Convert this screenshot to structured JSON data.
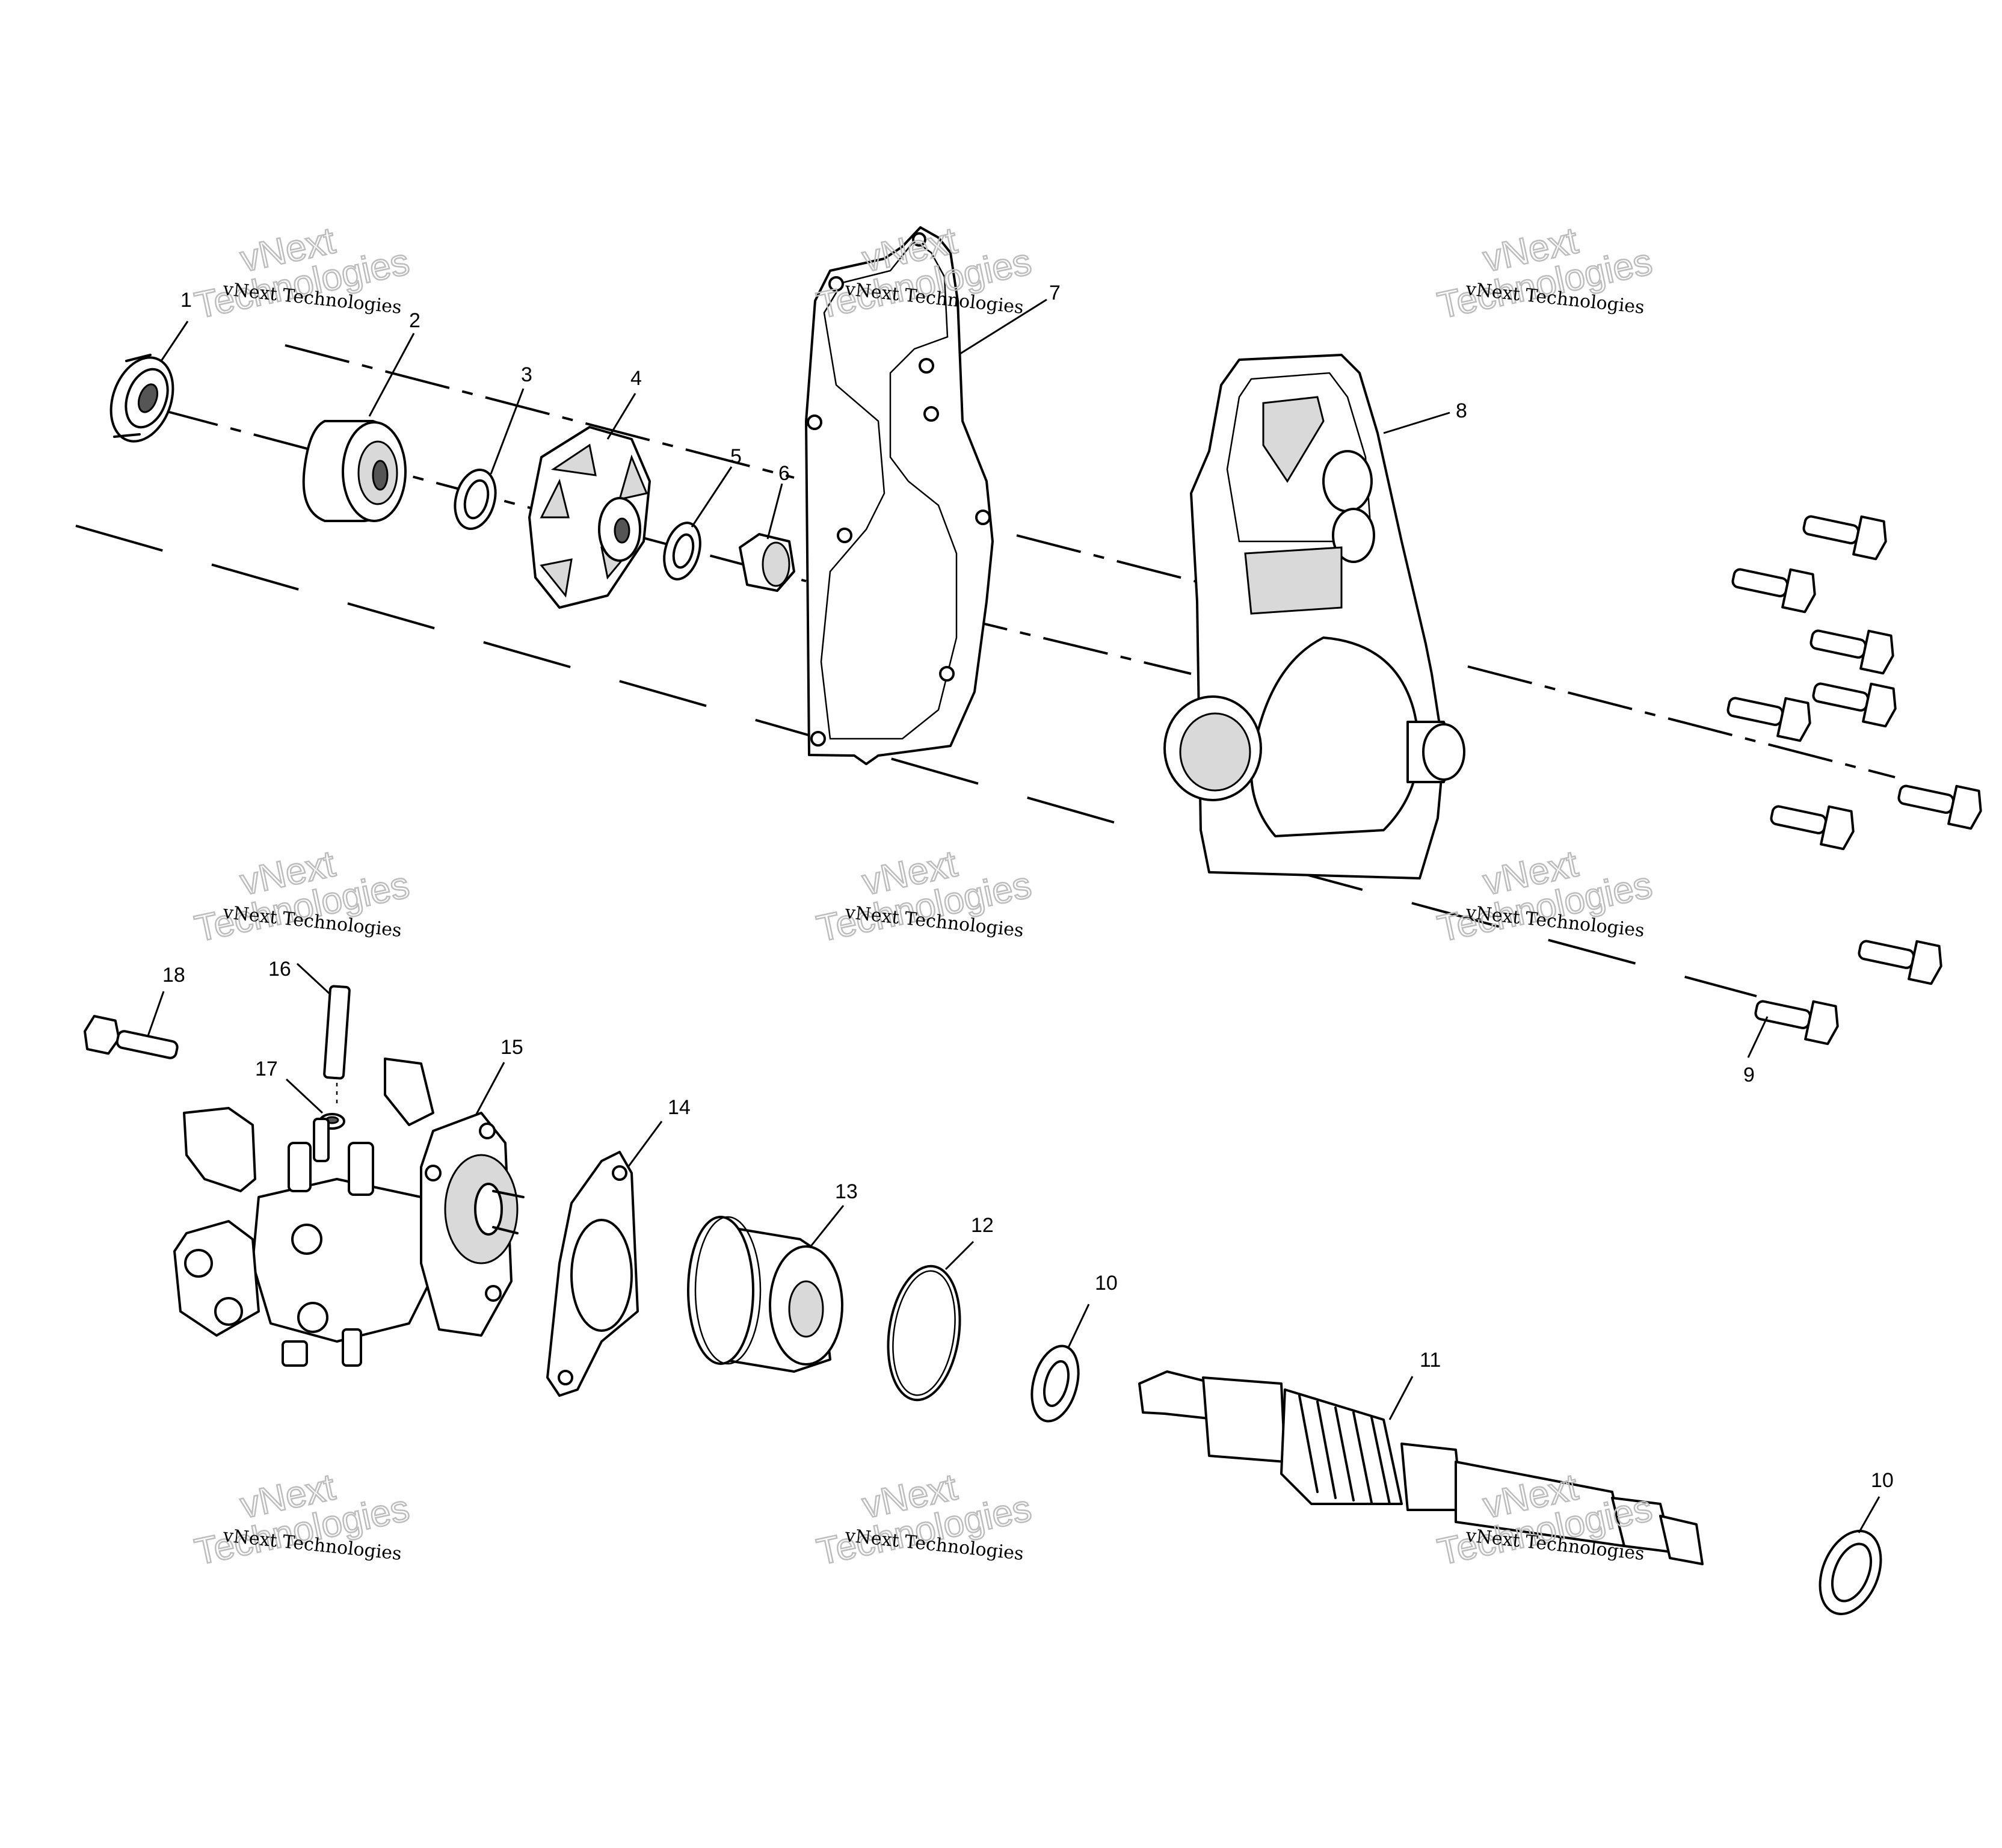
{
  "watermark": {
    "brand_line": "vNext Technologies",
    "brand_first": "vNext",
    "brand_second": "Technologies"
  },
  "callouts": {
    "c1": "1",
    "c2": "2",
    "c3": "3",
    "c4": "4",
    "c5": "5",
    "c6": "6",
    "c7": "7",
    "c8": "8",
    "c9": "9",
    "c10a": "10",
    "c10b": "10",
    "c11": "11",
    "c12": "12",
    "c13": "13",
    "c14": "14",
    "c15": "15",
    "c16": "16",
    "c17": "17",
    "c18": "18"
  },
  "icons": {
    "seal": "seal-icon",
    "bearing": "bearing-icon",
    "washer": "washer-icon",
    "impeller": "impeller-icon",
    "nut": "nut-icon",
    "gasket": "gasket-icon",
    "cover": "cover-icon",
    "bolt": "bolt-icon",
    "shaft": "shaft-icon",
    "oring": "o-ring-icon",
    "bushing": "bushing-icon",
    "pump": "oil-pump-icon",
    "pin": "pin-icon",
    "clip": "clip-icon"
  }
}
